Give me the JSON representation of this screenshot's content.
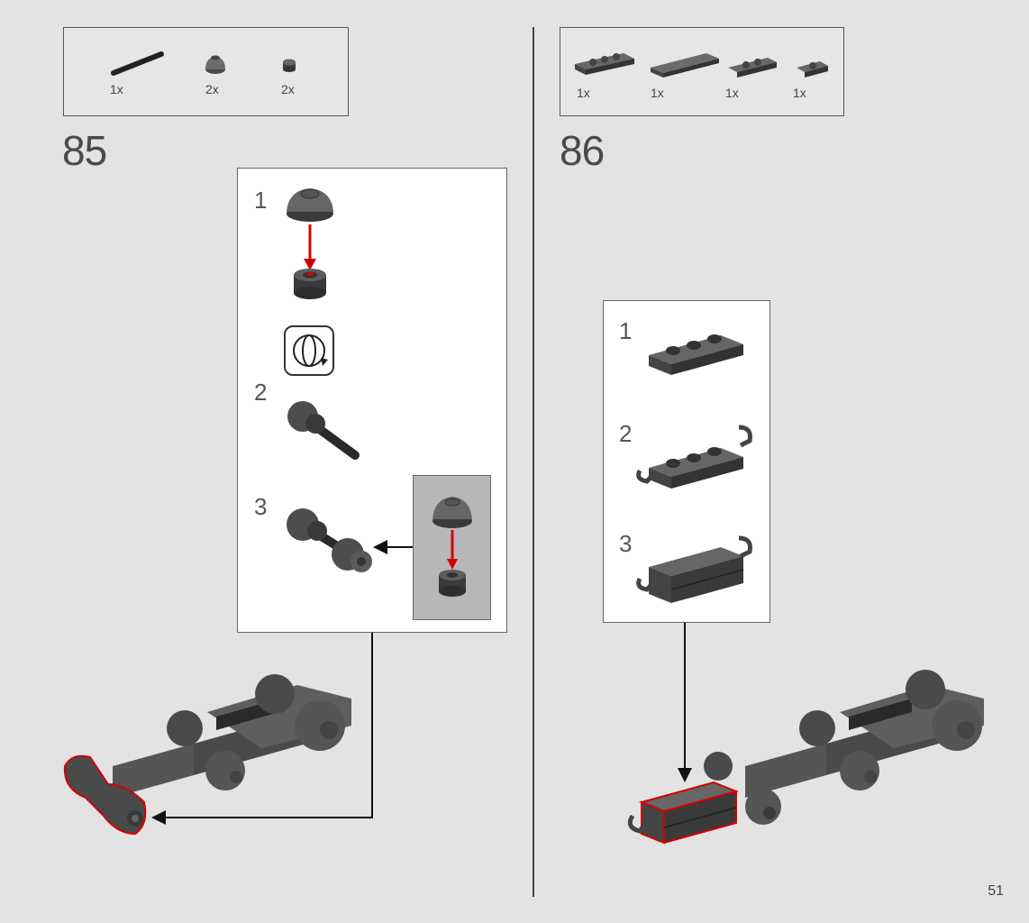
{
  "page_number": "51",
  "step85": {
    "number": "85",
    "parts": [
      {
        "name": "axle-rod",
        "qty": "1x"
      },
      {
        "name": "dome-round",
        "qty": "2x"
      },
      {
        "name": "small-round",
        "qty": "2x"
      }
    ],
    "substeps": [
      "1",
      "2",
      "3"
    ],
    "rotate_icon": "rotate-model-icon"
  },
  "step86": {
    "number": "86",
    "parts": [
      {
        "name": "plate-1x3",
        "qty": "1x"
      },
      {
        "name": "tile-1x4",
        "qty": "1x"
      },
      {
        "name": "plate-clip-1x2",
        "qty": "1x"
      },
      {
        "name": "plate-clip-1x1",
        "qty": "1x"
      }
    ],
    "substeps": [
      "1",
      "2",
      "3"
    ]
  },
  "colors": {
    "highlight": "#d40000",
    "part_gray": "#5a5a5a",
    "background": "#e3e3e3"
  }
}
